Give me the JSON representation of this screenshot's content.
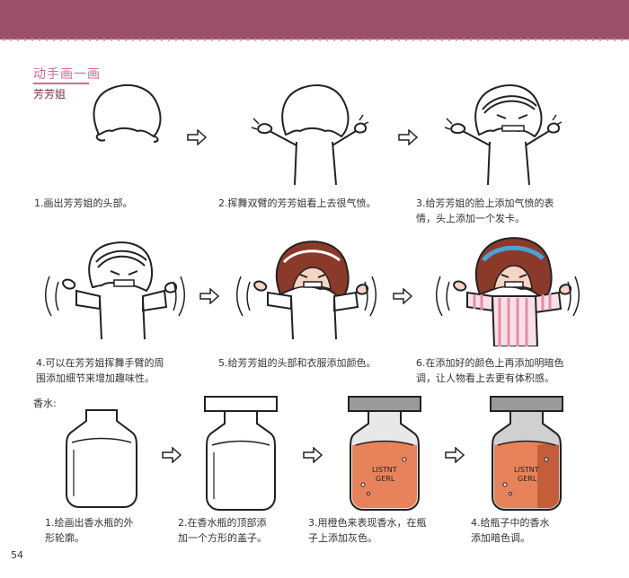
{
  "page": {
    "title": "动手画一画",
    "subtitle": "芳芳姐",
    "section_perfume": "香水:",
    "page_number": "54"
  },
  "steps_girl": [
    {
      "caption": "1.画出芳芳姐的头部。"
    },
    {
      "caption": "2.挥舞双臂的芳芳姐看上去很气愤。"
    },
    {
      "caption": "3.给芳芳姐的脸上添加气愤的表\n情，头上添加一个发卡。"
    },
    {
      "caption": "4.可以在芳芳姐挥舞手臂的周\n围添加细节来增加趣味性。"
    },
    {
      "caption": "5.给芳芳姐的头部和衣服添加颜色。"
    },
    {
      "caption": "6.在添加好的颜色上再添加明暗色\n调，让人物看上去更有体积感。"
    }
  ],
  "steps_perfume": [
    {
      "caption": "1.绘画出香水瓶的外\n形轮廓。"
    },
    {
      "caption": "2.在香水瓶的顶部添\n加一个方形的盖子。"
    },
    {
      "caption": "3.用橙色来表现香水，在瓶\n子上添加灰色。"
    },
    {
      "caption": "4.给瓶子中的香水\n添加暗色调。"
    }
  ],
  "bottle_label": [
    "LISTNT",
    "GERL"
  ],
  "colors": {
    "header": "#9b5069",
    "accent": "#d26c8c",
    "hair": "#8b3a2a",
    "skin": "#f7d4c4",
    "perfume_orange": "#e8825a",
    "perfume_dark": "#c45e38",
    "cap_gray": "#9a9a9a",
    "stripe_pink": "#e98aa6",
    "headband_blue": "#4aa3d6"
  }
}
